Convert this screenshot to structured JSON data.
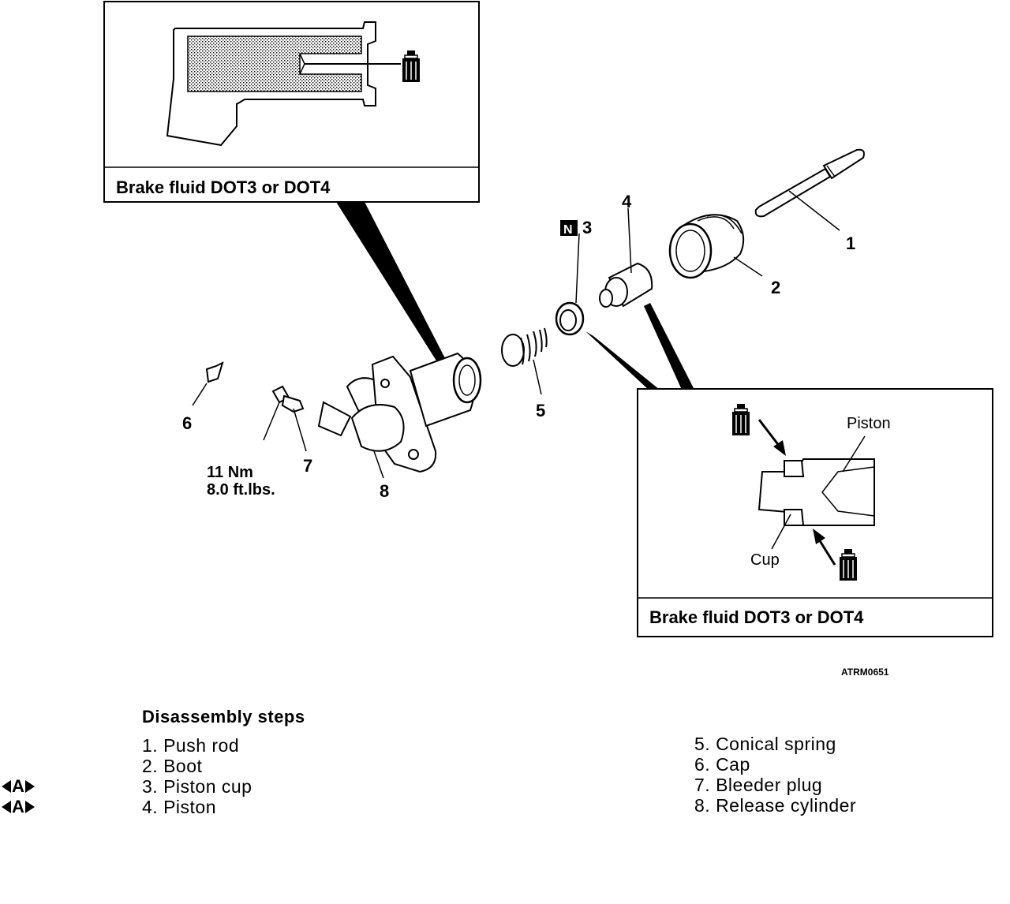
{
  "callouts": {
    "top_box_caption": "Brake fluid DOT3 or DOT4",
    "bottom_box_caption": "Brake fluid DOT3 or DOT4",
    "piston_label": "Piston",
    "cup_label": "Cup"
  },
  "part_numbers": [
    "1",
    "2",
    "3",
    "4",
    "5",
    "6",
    "7",
    "8"
  ],
  "new_part_badge": "N",
  "torque": {
    "line1": "11 Nm",
    "line2": "8.0 ft.lbs."
  },
  "figure_code": "ATRM0651",
  "legend": {
    "title": "Disassembly steps",
    "left_steps": [
      "1. Push rod",
      "2. Boot",
      "3. Piston cup",
      "4. Piston"
    ],
    "right_steps": [
      "5. Conical spring",
      "6. Cap",
      "7. Bleeder plug",
      "8. Release cylinder"
    ],
    "marker_letter": "A"
  },
  "icons": [
    "brake-fluid-bottle-icon",
    "arrow-icon"
  ]
}
